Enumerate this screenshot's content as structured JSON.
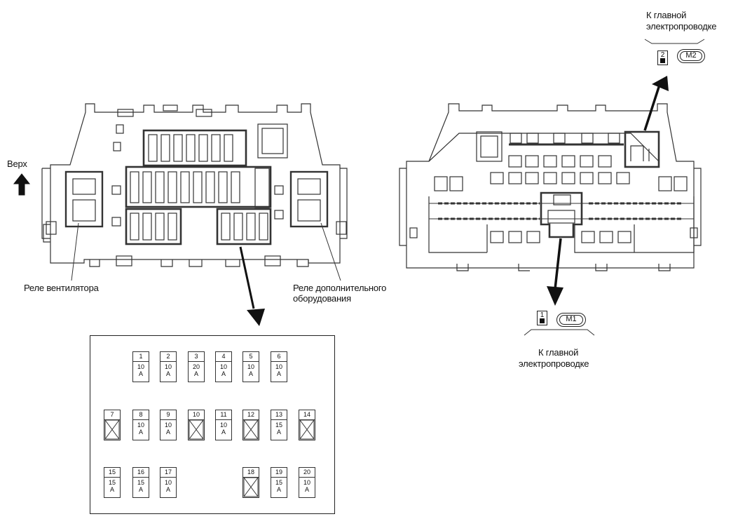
{
  "labels": {
    "up": "Верх",
    "fan_relay": "Реле вентилятора",
    "aux_relay_line1": "Реле дополнительного",
    "aux_relay_line2": "оборудования",
    "main_harness_top_line1": "К главной",
    "main_harness_top_line2": "электропроводке",
    "main_harness_bottom_line1": "К главной",
    "main_harness_bottom_line2": "электропроводке"
  },
  "connectors": {
    "top": {
      "pin": "2",
      "code": "M2"
    },
    "bottom": {
      "pin": "1",
      "code": "M1"
    }
  },
  "fuses": {
    "row1": [
      {
        "num": "1",
        "amp": "10",
        "unit": "A"
      },
      {
        "num": "2",
        "amp": "10",
        "unit": "A"
      },
      {
        "num": "3",
        "amp": "20",
        "unit": "A"
      },
      {
        "num": "4",
        "amp": "10",
        "unit": "A"
      },
      {
        "num": "5",
        "amp": "10",
        "unit": "A"
      },
      {
        "num": "6",
        "amp": "10",
        "unit": "A"
      }
    ],
    "row2": [
      {
        "num": "7",
        "amp": "",
        "unit": ""
      },
      {
        "num": "8",
        "amp": "10",
        "unit": "A"
      },
      {
        "num": "9",
        "amp": "10",
        "unit": "A"
      },
      {
        "num": "10",
        "amp": "",
        "unit": ""
      },
      {
        "num": "11",
        "amp": "10",
        "unit": "A"
      },
      {
        "num": "12",
        "amp": "",
        "unit": ""
      },
      {
        "num": "13",
        "amp": "15",
        "unit": "A"
      },
      {
        "num": "14",
        "amp": "",
        "unit": ""
      }
    ],
    "row3": [
      {
        "num": "15",
        "amp": "15",
        "unit": "A"
      },
      {
        "num": "16",
        "amp": "15",
        "unit": "A"
      },
      {
        "num": "17",
        "amp": "10",
        "unit": "A"
      },
      {
        "num": "18",
        "amp": "",
        "unit": ""
      },
      {
        "num": "19",
        "amp": "15",
        "unit": "A"
      },
      {
        "num": "20",
        "amp": "10",
        "unit": "A"
      }
    ]
  }
}
